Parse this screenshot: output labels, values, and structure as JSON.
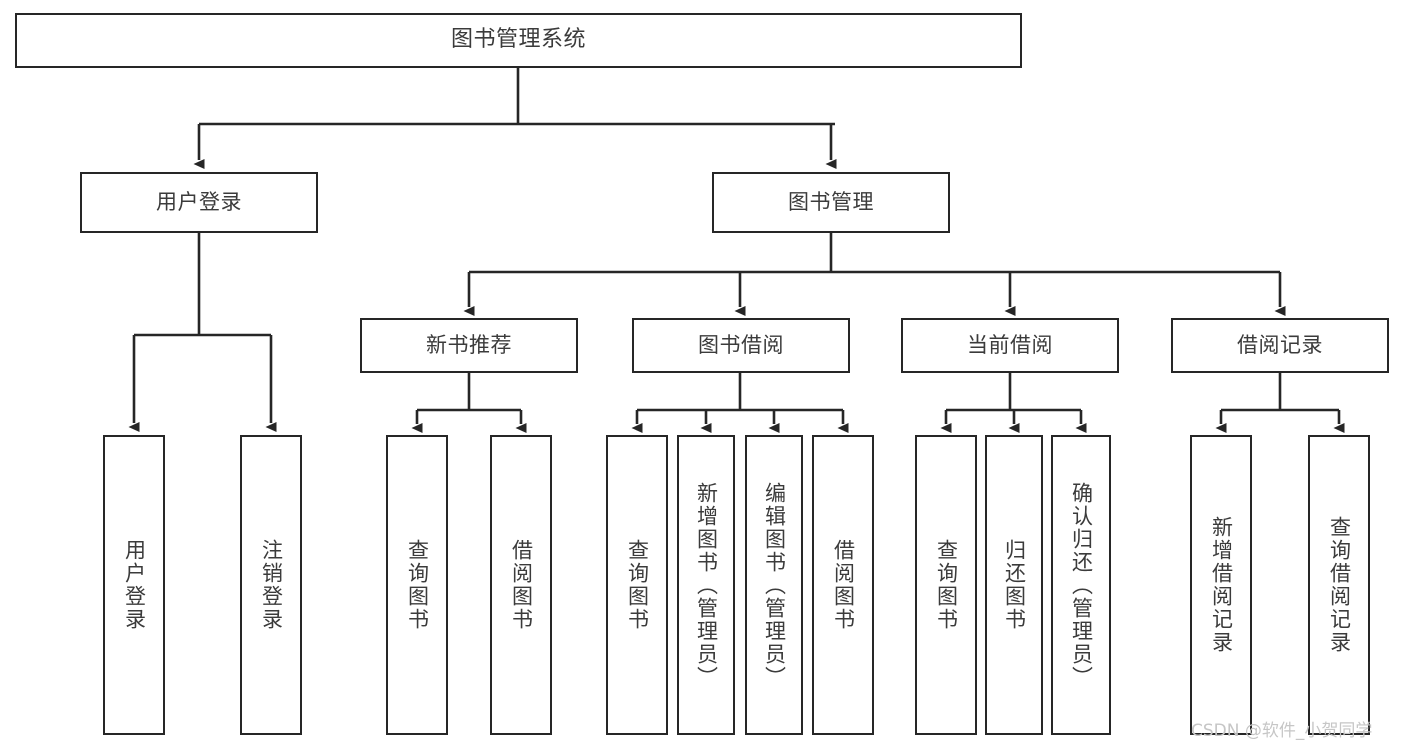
{
  "diagram": {
    "title": "图书管理系统",
    "watermark": "CSDN @软件_小贺同学",
    "colors": {
      "background": "#ffffff",
      "node_fill": "#ffffff",
      "node_border": "#262626",
      "text": "#3b3b3b",
      "edge": "#262626",
      "watermark": "#c6c6c6"
    },
    "root": {
      "label": "图书管理系统"
    },
    "level1": [
      {
        "label": "用户登录"
      },
      {
        "label": "图书管理"
      }
    ],
    "level2": [
      {
        "label": "新书推荐"
      },
      {
        "label": "图书借阅"
      },
      {
        "label": "当前借阅"
      },
      {
        "label": "借阅记录"
      }
    ],
    "leaves": {
      "user_login": [
        {
          "label": "用户登录"
        },
        {
          "label": "注销登录"
        }
      ],
      "new_book_recommend": [
        {
          "label": "查询图书"
        },
        {
          "label": "借阅图书"
        }
      ],
      "book_borrow": [
        {
          "label": "查询图书"
        },
        {
          "label": "新增图书（管理员）"
        },
        {
          "label": "编辑图书（管理员）"
        },
        {
          "label": "借阅图书"
        }
      ],
      "current_borrow": [
        {
          "label": "查询图书"
        },
        {
          "label": "归还图书"
        },
        {
          "label": "确认归还（管理员）"
        }
      ],
      "borrow_record": [
        {
          "label": "新增借阅记录"
        },
        {
          "label": "查询借阅记录"
        }
      ]
    }
  }
}
